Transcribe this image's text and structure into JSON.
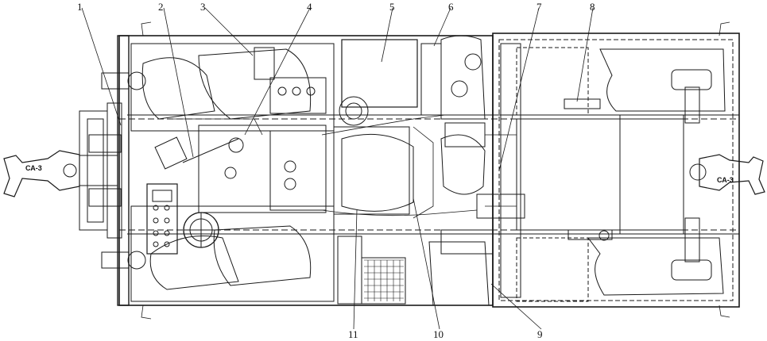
{
  "figure": {
    "callouts": [
      {
        "id": "1",
        "label": "1"
      },
      {
        "id": "2",
        "label": "2"
      },
      {
        "id": "3",
        "label": "3"
      },
      {
        "id": "4",
        "label": "4"
      },
      {
        "id": "5",
        "label": "5"
      },
      {
        "id": "6",
        "label": "6"
      },
      {
        "id": "7",
        "label": "7"
      },
      {
        "id": "8",
        "label": "8"
      },
      {
        "id": "9",
        "label": "9"
      },
      {
        "id": "10",
        "label": "10"
      },
      {
        "id": "11",
        "label": "11"
      }
    ],
    "coupler_left_text": "СА-3",
    "coupler_right_text": "СА-3"
  },
  "colors": {
    "line": "#1a1a1a",
    "background": "#ffffff"
  }
}
